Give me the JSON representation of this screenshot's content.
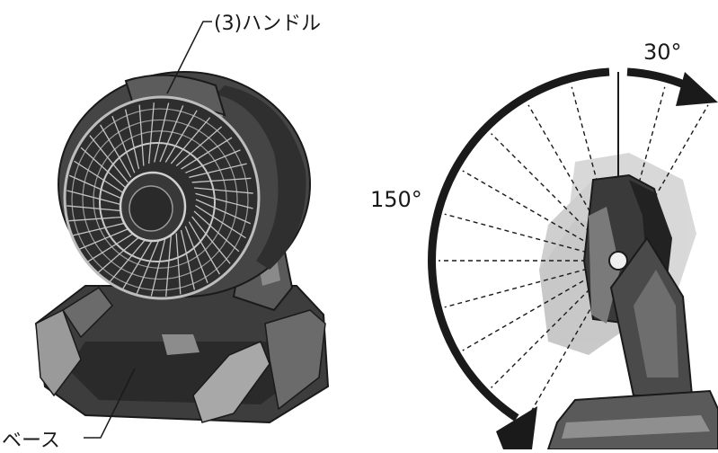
{
  "labels": {
    "handle": "(3)ハンドル",
    "base": "ベース",
    "angle_up": "30°",
    "angle_down": "150°"
  },
  "colors": {
    "ink": "#1a1a1a",
    "body_dark": "#3d3d3d",
    "body_mid": "#6b6b6b",
    "body_light": "#a8a8a8",
    "ghost": "#b9b9b9"
  },
  "tilt_range": {
    "up_deg": 30,
    "down_deg": 150,
    "guide_step_deg": 15
  }
}
